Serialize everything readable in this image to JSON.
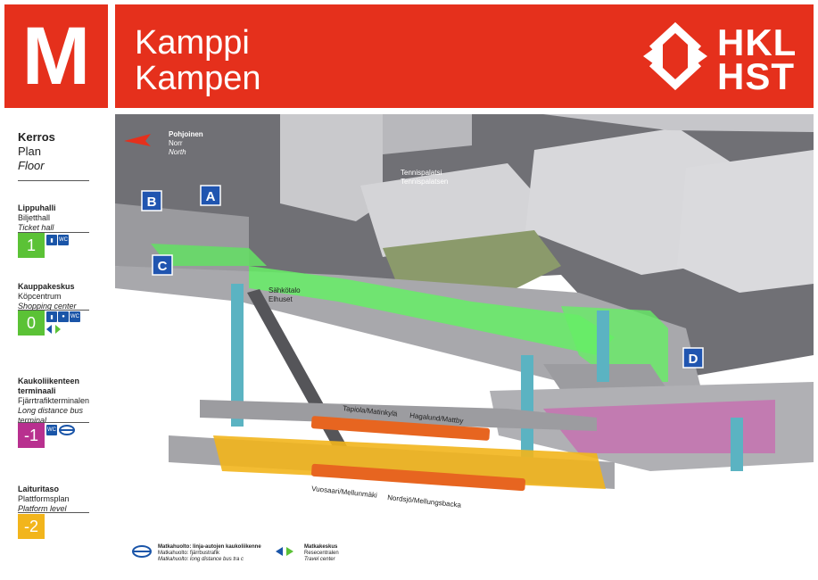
{
  "header": {
    "logo_letter": "M",
    "station_name_fi": "Kamppi",
    "station_name_sv": "Kampen",
    "operator_line1": "HKL",
    "operator_line2": "HST"
  },
  "legend": {
    "title_fi": "Kerros",
    "title_sv": "Plan",
    "title_en": "Floor",
    "floors": [
      {
        "fi": "Lippuhalli",
        "sv": "Biljetthall",
        "en": "Ticket hall",
        "level": "1",
        "color": "#5bc236",
        "icons": [
          "ticket-machine",
          "wc"
        ]
      },
      {
        "fi": "Kauppakeskus",
        "sv": "Köpcentrum",
        "en": "Shopping center",
        "level": "0",
        "color": "#5bc236",
        "icons": [
          "ticket-machine",
          "ticket-office",
          "wc",
          "travel-center"
        ]
      },
      {
        "fi": "Kaukoliikenteen terminaali",
        "sv": "Fjärrtrafikterminalen",
        "en": "Long distance bus terminal",
        "level": "-1",
        "color": "#b8308f",
        "icons": [
          "wc",
          "matkahuolto"
        ]
      },
      {
        "fi": "Laituritaso",
        "sv": "Plattformsplan",
        "en": "Platform level",
        "level": "-2",
        "color": "#f2b51c",
        "icons": []
      }
    ]
  },
  "map": {
    "compass": {
      "fi": "Pohjoinen",
      "sv": "Norr",
      "en": "North"
    },
    "entrances": [
      "A",
      "B",
      "C",
      "D"
    ],
    "labels": {
      "tennispalatsi_fi": "Tennispalatsi",
      "tennispalatsi_sv": "Tennispalatsen",
      "sahkotalo_fi": "Sähkötalo",
      "sahkotalo_sv": "Elhuset",
      "westbound": "Tapiola/Matinkylä",
      "westbound_sv": "Hagalund/Mattby",
      "eastbound": "Vuosaari/Mellunmäki",
      "eastbound_sv": "Nordsjö/Mellungsbacka"
    },
    "footer_legend": {
      "matkahuolto_fi": "Matkahuolto: linja-autojen kaukoliikenne",
      "matkahuolto_sv": "Matkahuolto: fjärrbustrafik",
      "matkahuolto_en": "Matkahuolto: long distance bus tra c",
      "matkakeskus_fi": "Matkakeskus",
      "matkakeskus_sv": "Resecentralen",
      "matkakeskus_en": "Travel center"
    }
  },
  "colors": {
    "brand_red": "#e5301c",
    "ticket_hall_green": "#5bc236",
    "bus_terminal_magenta": "#b8308f",
    "platform_yellow": "#f2b51c",
    "icon_blue": "#1a55a8"
  }
}
